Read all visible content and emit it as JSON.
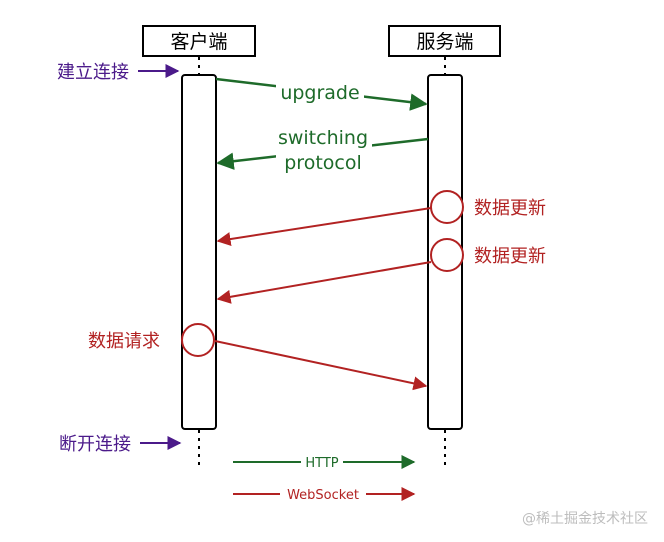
{
  "participants": {
    "client": "客户端",
    "server": "服务端"
  },
  "events": {
    "connect": "建立连接",
    "disconnect": "断开连接",
    "server_update_1": "数据更新",
    "server_update_2": "数据更新",
    "client_request": "数据请求"
  },
  "messages": {
    "upgrade": "upgrade",
    "switching_line1": "switching",
    "switching_line2": "protocol"
  },
  "legend": {
    "http": "HTTP",
    "websocket": "WebSocket"
  },
  "colors": {
    "http": "#1e6b2a",
    "websocket": "#b22222",
    "event": "#4b1a8a",
    "lifeline": "#000000"
  },
  "watermark": "@稀土掘金技术社区"
}
